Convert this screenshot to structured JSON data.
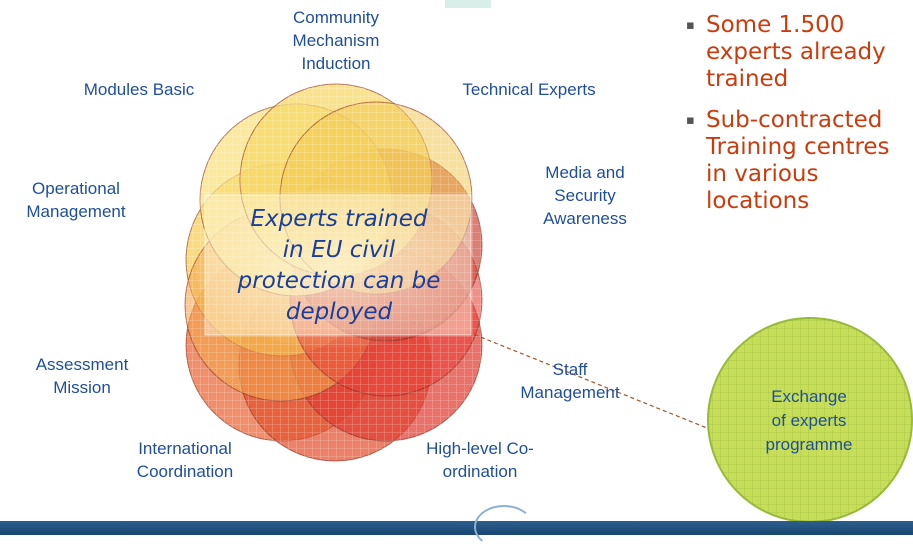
{
  "center": {
    "line1": "Experts trained",
    "line2": "in EU civil",
    "line3": "protection can be",
    "line4": "deployed"
  },
  "labels": {
    "community": [
      "Community",
      "Mechanism",
      "Induction"
    ],
    "modules_basic": "Modules Basic",
    "technical_experts": "Technical Experts",
    "operational": [
      "Operational",
      "Management"
    ],
    "media": [
      "Media and",
      "Security",
      "Awareness"
    ],
    "assessment": [
      "Assessment",
      "Mission"
    ],
    "staff": [
      "Staff",
      "Management"
    ],
    "international": [
      "International",
      "Coordination"
    ],
    "highlevel": [
      "High-level Co-",
      "ordination"
    ]
  },
  "bullets": [
    "Some 1.500 experts already trained",
    "Sub-contracted Training centres in various locations"
  ],
  "exchange": [
    "Exchange",
    "of experts",
    "programme"
  ],
  "colors": {
    "label_blue": "#1f4e9c",
    "bullet_orange": "#cc3b0c",
    "exchange_green": "#c7de5a",
    "footer": "#1f4e7a"
  }
}
